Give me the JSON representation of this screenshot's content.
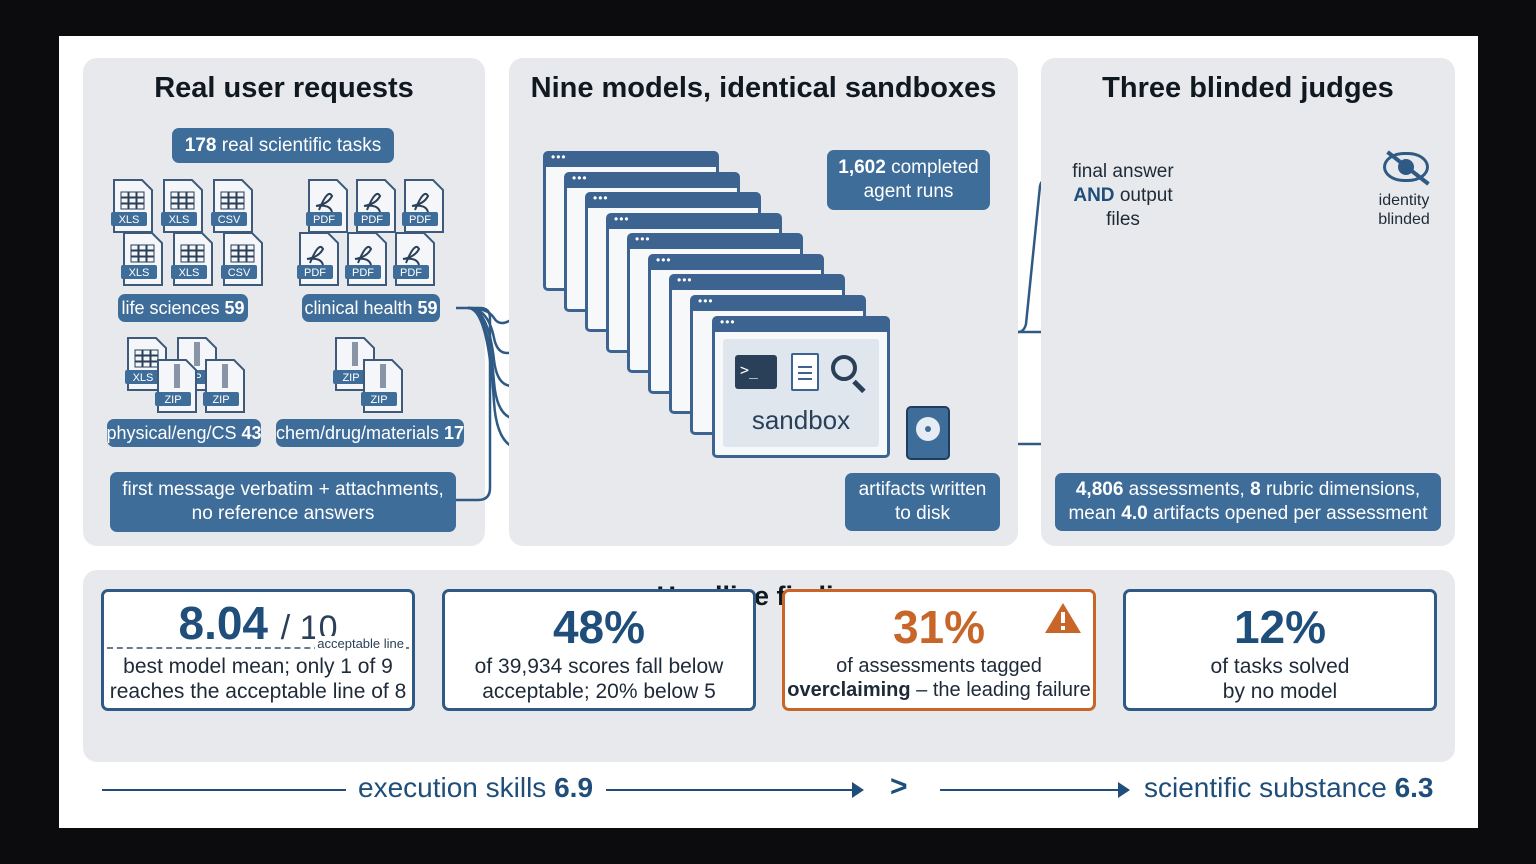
{
  "panels": {
    "requests": {
      "title": "Real user requests",
      "tasks_count": "178",
      "tasks_label": "real scientific tasks",
      "domains": [
        {
          "label": "life sciences",
          "count": "59"
        },
        {
          "label": "clinical health",
          "count": "59"
        },
        {
          "label": "physical/eng/CS",
          "count": "43"
        },
        {
          "label": "chem/drug/materials",
          "count": "17"
        }
      ],
      "file_tags": {
        "xls": "XLS",
        "csv": "CSV",
        "pdf": "PDF",
        "zip": "ZIP"
      },
      "note_line1": "first message verbatim + attachments,",
      "note_line2": "no reference answers"
    },
    "models": {
      "title": "Nine models, identical sandboxes",
      "runs_count": "1,602",
      "runs_label_1": "completed",
      "runs_label_2": "agent runs",
      "sandbox_label": "sandbox",
      "artifacts_line1": "artifacts written",
      "artifacts_line2": "to disk"
    },
    "judges": {
      "title": "Three blinded judges",
      "input_line1": "final answer",
      "input_and": "AND",
      "input_line2": "output",
      "input_line3": "files",
      "identity_line1": "identity",
      "identity_line2": "blinded",
      "assess_count": "4,806",
      "assess_label": "assessments,",
      "rubric_count": "8",
      "rubric_label": "rubric dimensions,",
      "mean_prefix": "mean",
      "mean_value": "4.0",
      "mean_suffix": "artifacts opened per assessment"
    }
  },
  "findings": {
    "title": "Headline findings",
    "cards": [
      {
        "value": "8.04",
        "suffix": "/ 10",
        "note": "acceptable line",
        "line1": "best model mean; only 1 of 9",
        "line2": "reaches the acceptable line of 8"
      },
      {
        "value": "48%",
        "line1": "of 39,934 scores fall below",
        "line2": "acceptable; 20% below 5"
      },
      {
        "value": "31%",
        "line1": "of assessments tagged",
        "line2_bold": "overclaiming",
        "line2_rest": " – the leading failure"
      },
      {
        "value": "12%",
        "line1": "of tasks solved",
        "line2": "by no model"
      }
    ],
    "comparison": {
      "left_label": "execution skills",
      "left_value": "6.9",
      "operator": ">",
      "right_label": "scientific substance",
      "right_value": "6.3"
    }
  },
  "colors": {
    "accent": "#3f6d99",
    "dark_blue": "#1f4e7a",
    "warning": "#c8662a",
    "panel": "#e8e9ec"
  }
}
